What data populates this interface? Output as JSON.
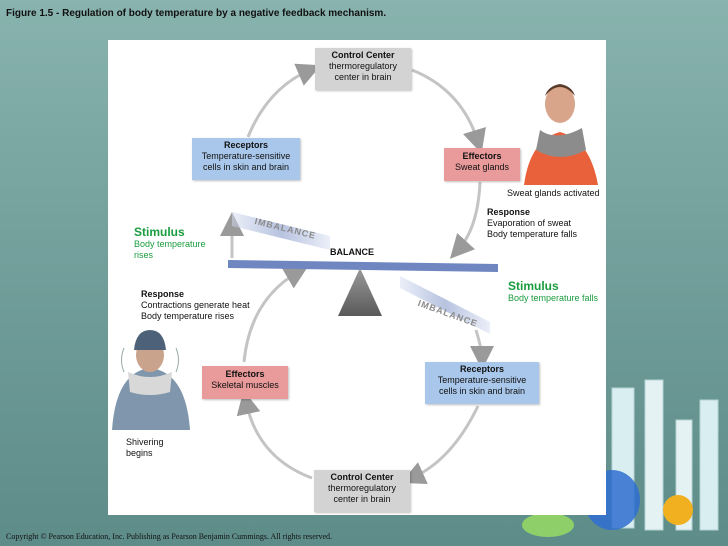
{
  "caption": "Figure 1.5 - Regulation of body temperature by a negative feedback mechanism.",
  "control_center_top": {
    "title": "Control Center",
    "line1": "thermoregulatory",
    "line2": "center in brain"
  },
  "control_center_bottom": {
    "title": "Control Center",
    "line1": "thermoregulatory",
    "line2": "center in brain"
  },
  "receptors_top": {
    "title": "Receptors",
    "line1": "Temperature-sensitive",
    "line2": "cells in skin and brain"
  },
  "receptors_bottom": {
    "title": "Receptors",
    "line1": "Temperature-sensitive",
    "line2": "cells in skin and brain"
  },
  "effectors_right": {
    "title": "Effectors",
    "line1": "Sweat glands"
  },
  "effectors_left": {
    "title": "Effectors",
    "line1": "Skeletal muscles"
  },
  "sweat_label": "Sweat glands activated",
  "response_right": {
    "title": "Response",
    "line1": "Evaporation of sweat",
    "line2": "Body temperature falls"
  },
  "response_left": {
    "title": "Response",
    "line1": "Contractions generate heat",
    "line2": "Body temperature rises"
  },
  "stimulus_left": {
    "title": "Stimulus",
    "line1": "Body temperature",
    "line2": "rises"
  },
  "stimulus_right": {
    "title": "Stimulus",
    "line1": "Body temperature falls"
  },
  "imbalance_top": "IMBALANCE",
  "imbalance_bottom": "IMBALANCE",
  "balance": "BALANCE",
  "shivering": {
    "line1": "Shivering",
    "line2": "begins"
  },
  "footer": "Copyright © Pearson Education, Inc. Publishing as Pearson Benjamin Cummings. All rights reserved.",
  "colors": {
    "receptor": "#a9c7ea",
    "effector": "#e99a9a",
    "control": "#d3d3d3",
    "stimulus": "#1a9c3e",
    "arrow": "#b8b8b8",
    "beam": "#6f86c0"
  }
}
